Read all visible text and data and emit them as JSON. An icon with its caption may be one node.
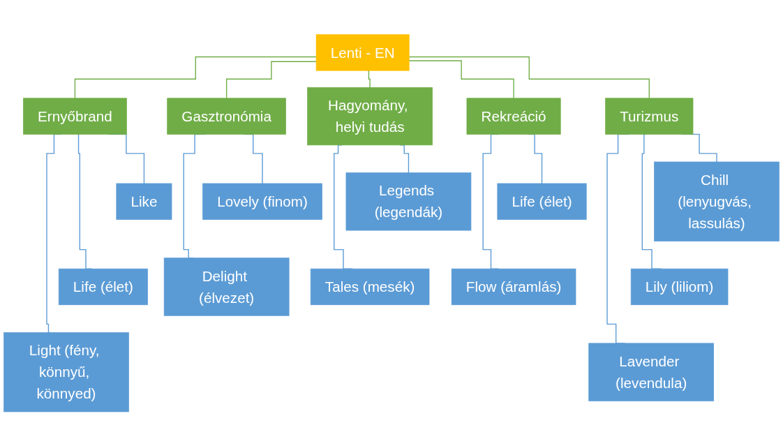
{
  "diagram": {
    "nodes": [
      {
        "text": [
          "Lenti - EN"
        ]
      },
      {
        "text": [
          "Ernyőbrand"
        ]
      },
      {
        "text": [
          "Turizmus"
        ]
      },
      {
        "text": [
          "Gasztronómia"
        ]
      },
      {
        "text": [
          "Hagyomány, helyi tudás"
        ]
      },
      {
        "text": [
          "Rekreáció"
        ]
      },
      {
        "text": [
          "Like"
        ]
      },
      {
        "text": [
          "Life (élet)"
        ]
      },
      {
        "text": [
          "Light (fény, könnyű, könnyed)"
        ]
      },
      {
        "text": [
          "Chill (lenyugvás, lassulás)"
        ]
      },
      {
        "text": [
          "Lily (liliom)"
        ]
      },
      {
        "text": [
          "Lavender (levendula)"
        ]
      },
      {
        "text": [
          "Lovely (finom)"
        ]
      },
      {
        "text": [
          "Delight (élvezet)"
        ]
      },
      {
        "text": [
          "Legends (legendák)"
        ]
      },
      {
        "text": [
          "Tales (mesék)"
        ]
      },
      {
        "text": [
          "Life (élet)"
        ]
      },
      {
        "text": [
          "Flow (áramlás)"
        ]
      }
    ],
    "edges": [
      {
        "from": 0,
        "to": 1,
        "arrow": "none",
        "color": "#70ad47"
      },
      {
        "from": 0,
        "to": 2,
        "arrow": "none",
        "color": "#70ad47"
      },
      {
        "from": 0,
        "to": 3,
        "arrow": "none",
        "color": "#70ad47"
      },
      {
        "from": 0,
        "to": 4,
        "arrow": "none",
        "color": "#70ad47"
      },
      {
        "from": 0,
        "to": 5,
        "arrow": "none",
        "color": "#70ad47"
      },
      {
        "from": 1,
        "to": 6,
        "arrow": "none"
      },
      {
        "from": 1,
        "to": 7,
        "arrow": "none"
      },
      {
        "from": 1,
        "to": 8,
        "arrow": "none"
      },
      {
        "from": 2,
        "to": 9,
        "arrow": "none"
      },
      {
        "from": 2,
        "to": 10,
        "arrow": "none"
      },
      {
        "from": 2,
        "to": 11,
        "arrow": "none"
      },
      {
        "from": 3,
        "to": 12,
        "arrow": "none"
      },
      {
        "from": 3,
        "to": 13,
        "arrow": "none"
      },
      {
        "from": 4,
        "to": 14,
        "arrow": "none"
      },
      {
        "from": 4,
        "to": 15,
        "arrow": "none"
      },
      {
        "from": 5,
        "to": 16,
        "arrow": "none"
      },
      {
        "from": 5,
        "to": 17,
        "arrow": "none"
      }
    ]
  }
}
